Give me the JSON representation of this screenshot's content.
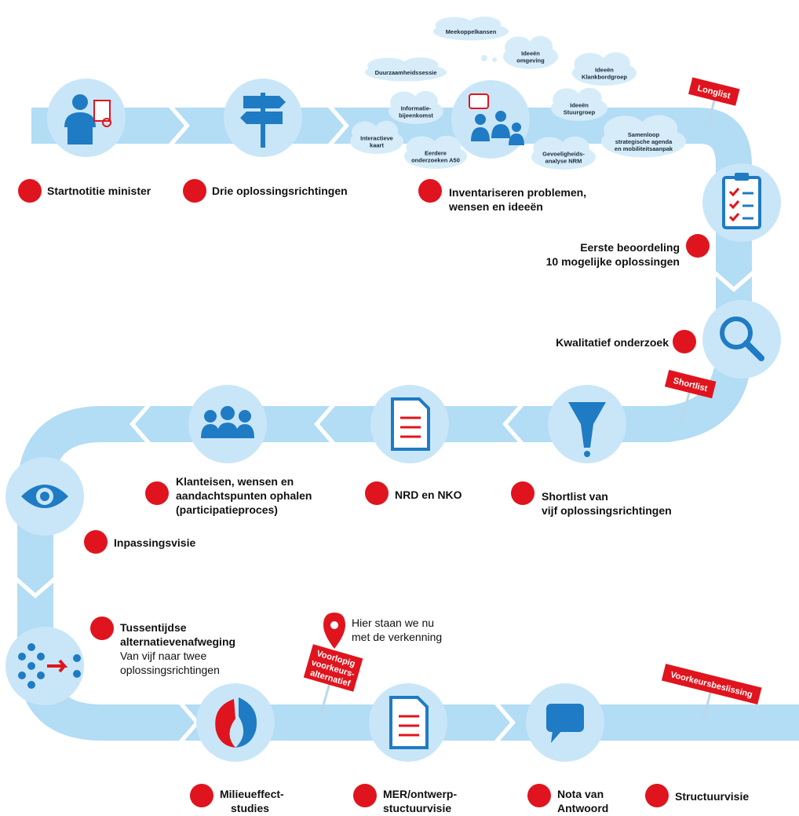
{
  "steps": {
    "startnotitie": "Startnotitie minister",
    "drie": "Drie oplossingsrichtingen",
    "inventariseren": [
      "Inventariseren problemen,",
      "wensen en ideeën"
    ],
    "eerste": [
      "Eerste beoordeling",
      "10 mogelijke oplossingen"
    ],
    "kwalitatief": "Kwalitatief onderzoek",
    "shortlist_van": [
      "Shortlist van",
      "vijf oplossingsrichtingen"
    ],
    "nrd": "NRD en NKO",
    "klanteisen": [
      "Klanteisen, wensen en",
      "aandachtspunten ophalen",
      "(participatieproces)"
    ],
    "inpassing": "Inpassingsvisie",
    "tussentijdse": [
      "Tussentijdse",
      "alternatievenafweging"
    ],
    "tussentijdse_sub": [
      "Van vijf naar twee",
      "oplossingsrichtingen"
    ],
    "milieu": [
      "Milieueffect-",
      "studies"
    ],
    "mer": [
      "MER/ontwerp-",
      "stuctuurvisie"
    ],
    "nota": [
      "Nota van",
      "Antwoord"
    ],
    "structuurvisie": "Structuurvisie"
  },
  "here_marker": [
    "Hier staan we nu",
    "met de verkenning"
  ],
  "tags": {
    "longlist": "Longlist",
    "shortlist": "Shortlist",
    "voorlopig": [
      "Voorlopig",
      "voorkeurs-",
      "alternatief"
    ],
    "voorkeursbeslissing": "Voorkeursbeslissing"
  },
  "clouds": {
    "meekoppelkansen": [
      "Meekoppelkansen"
    ],
    "duurzaamheid": [
      "Duurzaamheidssessie"
    ],
    "ideeen_omgeving": [
      "Ideeën",
      "omgeving"
    ],
    "ideeen_klankbord": [
      "Ideeën",
      "Klankbordgroep"
    ],
    "informatie": [
      "Informatie-",
      "bijeenkomst"
    ],
    "ideeen_stuur": [
      "Ideeën",
      "Stuurgroep"
    ],
    "samenloop": [
      "Samenloop",
      "strategische agenda",
      "en mobiliteitsaanpak"
    ],
    "interactieve": [
      "Interactieve",
      "kaart"
    ],
    "eerdere": [
      "Eerdere",
      "onderzoeken A50"
    ],
    "gevoeligheid": [
      "Gevoeligheids-",
      "analyse NRM"
    ]
  },
  "colors": {
    "path": "#b3dcf5",
    "circle": "#c9e6f8",
    "accent_red": "#e0141e",
    "icon_blue": "#1f7bc4"
  }
}
